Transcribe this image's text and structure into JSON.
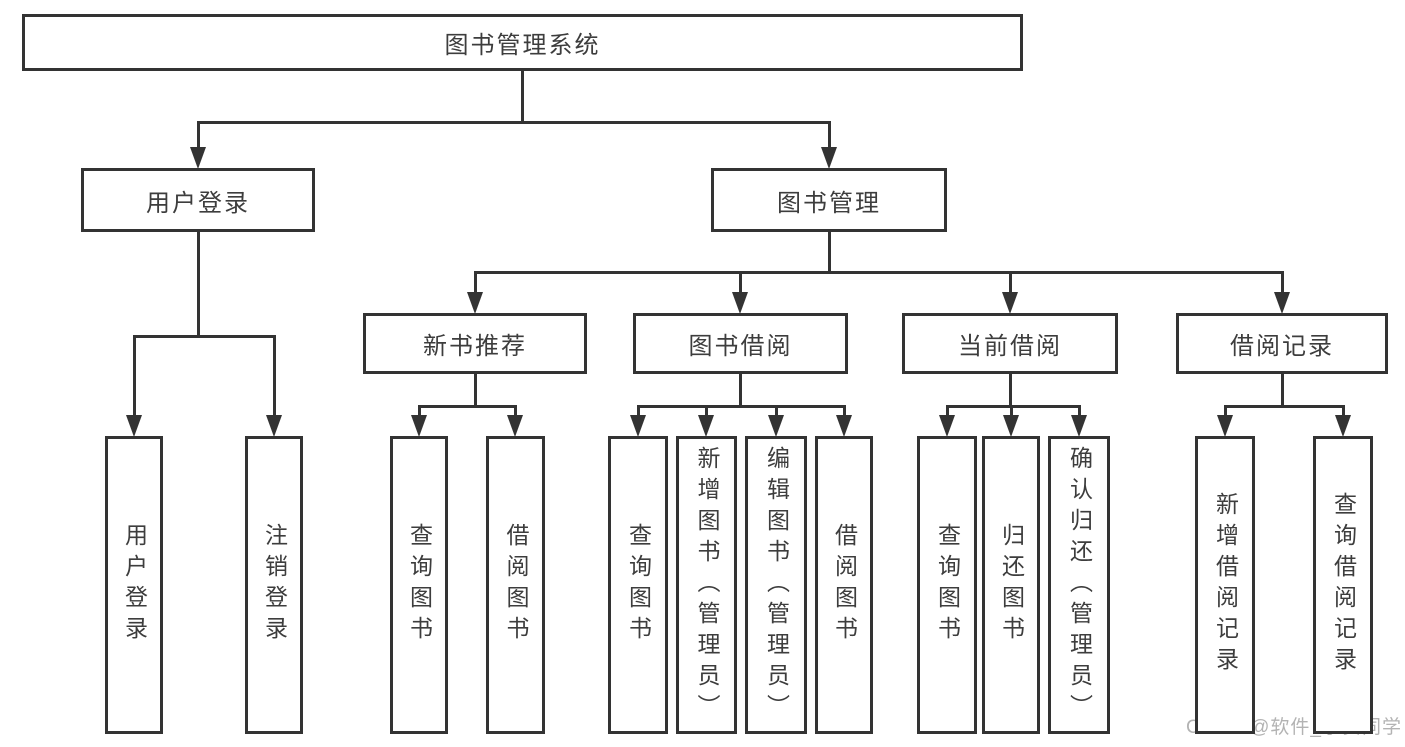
{
  "diagram": {
    "title": "图书管理系统",
    "watermark": "CSDN @软件_小贺同学",
    "colors": {
      "line": "#333333",
      "text": "#3d3d3d",
      "watermark": "#b3b3b3",
      "background": "#ffffff"
    },
    "nodes": [
      {
        "id": "root",
        "label": "图书管理系统",
        "parent": null
      },
      {
        "id": "user-login",
        "label": "用户登录",
        "parent": "root"
      },
      {
        "id": "book-mgmt",
        "label": "图书管理",
        "parent": "root"
      },
      {
        "id": "new-book-rec",
        "label": "新书推荐",
        "parent": "book-mgmt"
      },
      {
        "id": "book-borrow",
        "label": "图书借阅",
        "parent": "book-mgmt"
      },
      {
        "id": "current-borrow",
        "label": "当前借阅",
        "parent": "book-mgmt"
      },
      {
        "id": "borrow-record",
        "label": "借阅记录",
        "parent": "book-mgmt"
      },
      {
        "id": "login-leaf",
        "label": "用户登录",
        "parent": "user-login"
      },
      {
        "id": "logout-leaf",
        "label": "注销登录",
        "parent": "user-login"
      },
      {
        "id": "rec-query-book",
        "label": "查询图书",
        "parent": "new-book-rec"
      },
      {
        "id": "rec-borrow-book",
        "label": "借阅图书",
        "parent": "new-book-rec"
      },
      {
        "id": "bb-query-book",
        "label": "查询图书",
        "parent": "book-borrow"
      },
      {
        "id": "bb-add-book",
        "label": "新增图书（管理员）",
        "parent": "book-borrow"
      },
      {
        "id": "bb-edit-book",
        "label": "编辑图书（管理员）",
        "parent": "book-borrow"
      },
      {
        "id": "bb-borrow-book",
        "label": "借阅图书",
        "parent": "book-borrow"
      },
      {
        "id": "cb-query-book",
        "label": "查询图书",
        "parent": "current-borrow"
      },
      {
        "id": "cb-return-book",
        "label": "归还图书",
        "parent": "current-borrow"
      },
      {
        "id": "cb-confirm-return",
        "label": "确认归还（管理员）",
        "parent": "current-borrow"
      },
      {
        "id": "br-add-record",
        "label": "新增借阅记录",
        "parent": "borrow-record"
      },
      {
        "id": "br-query-record",
        "label": "查询借阅记录",
        "parent": "borrow-record"
      }
    ]
  }
}
